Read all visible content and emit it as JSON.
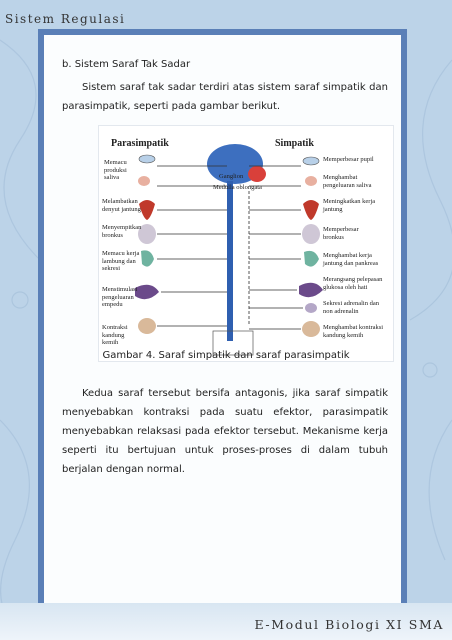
{
  "header": {
    "title": "Sistem Regulasi"
  },
  "footer": {
    "text": "E-Modul Biologi XI SMA"
  },
  "section": {
    "title": "b. Sistem Saraf Tak Sadar",
    "paragraph1": "Sistem saraf tak sadar terdiri atas sistem saraf simpatik dan parasimpatik, seperti pada gambar berikut.",
    "caption": "Gambar 4. Saraf simpatik dan saraf parasimpatik",
    "paragraph2": "Kedua saraf tersebut bersifa antagonis, jika saraf simpatik menyebabkan kontraksi pada suatu efektor, parasimpatik menyebabkan relaksasi pada efektor tersebut. Mekanisme kerja seperti itu bertujuan untuk proses-proses di dalam tubuh berjalan dengan normal."
  },
  "figure": {
    "left_header": "Parasimpatik",
    "right_header": "Simpatik",
    "ganglion_label": "Ganglion",
    "medulla_label": "Medulla oblongata",
    "left_labels": [
      "Memacu produksi saliva",
      "Melambatkan denyut jantung",
      "Menyempitkan bronkus",
      "Memacu kerja lambung dan sekresi",
      "Menstimulasi pengeluaran empedu",
      "Kontraksi kandung kemih"
    ],
    "right_labels": [
      "Memperbesar pupil",
      "Menghambat pengeluaran saliva",
      "Meningkatkan kerja jantung",
      "Memperbesar bronkus",
      "Menghambat kerja jantung dan pankreas",
      "Merangsang pelepasan glukosa oleh hati",
      "Sekresi adrenalin dan non adrenalin",
      "Menghambat kontraksi kandung kemih"
    ]
  },
  "colors": {
    "frame": "#5a7fb7",
    "spine": "#2f5fb0",
    "background": "#bcd3e8"
  }
}
